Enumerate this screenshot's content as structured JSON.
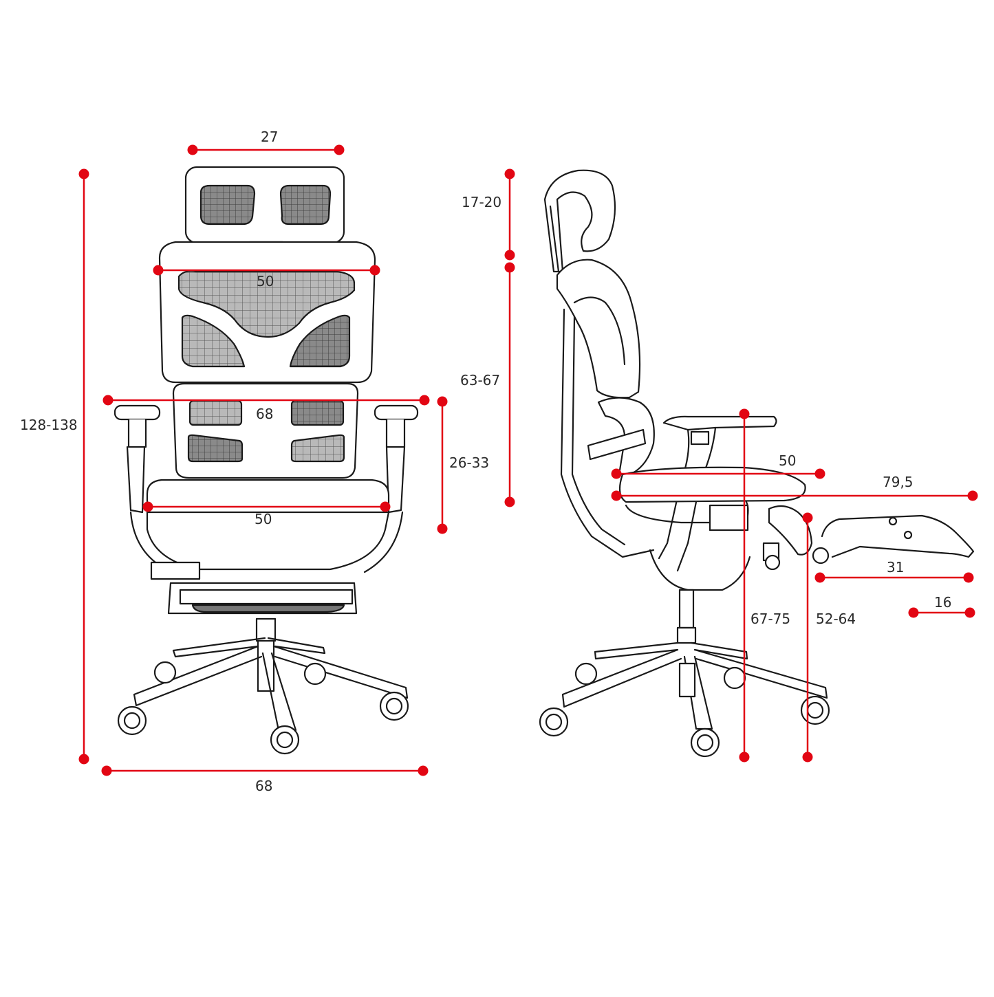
{
  "colors": {
    "dimension": "#e20613",
    "drawing": "#1a1a1a",
    "mesh": "#6b6b6b",
    "label": "#2a2a2a"
  },
  "front_view": {
    "headrest_width": "27",
    "backrest_width": "50",
    "overall_width_armrests": "68",
    "seat_width": "50",
    "base_width": "68",
    "total_height": "128-138",
    "armrest_height_above_seat": "26-33"
  },
  "side_view": {
    "headrest_height": "17-20",
    "backrest_height": "63-67",
    "seat_depth": "50",
    "depth_with_footrest": "79,5",
    "footrest_length": "31",
    "footrest_extension": "16",
    "armrest_height_from_floor": "67-75",
    "seat_height_from_floor": "52-64"
  }
}
